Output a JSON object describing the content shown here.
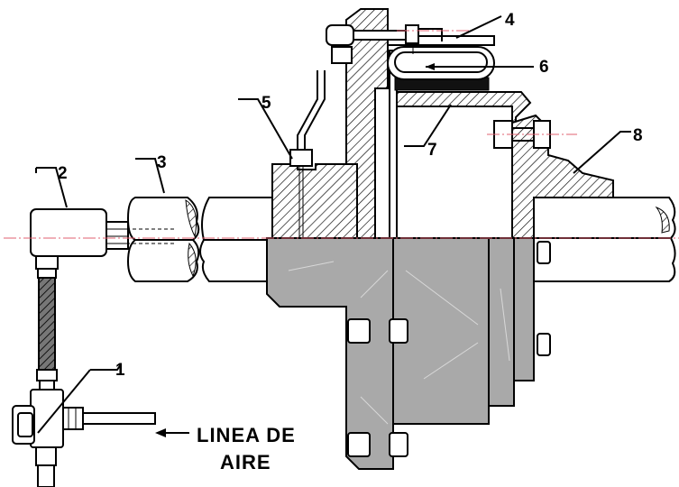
{
  "callouts": [
    {
      "id": "1",
      "label": "1"
    },
    {
      "id": "2",
      "label": "2"
    },
    {
      "id": "3",
      "label": "3"
    },
    {
      "id": "4",
      "label": "4"
    },
    {
      "id": "5",
      "label": "5"
    },
    {
      "id": "6",
      "label": "6"
    },
    {
      "id": "7",
      "label": "7"
    },
    {
      "id": "8",
      "label": "8"
    }
  ],
  "air_line_label": {
    "line1": "LINEA DE",
    "line2": "AIRE"
  },
  "colors": {
    "section_fill": "#a9a9a9",
    "outline": "#000000",
    "center_line": "#e06070",
    "background": "#ffffff"
  }
}
